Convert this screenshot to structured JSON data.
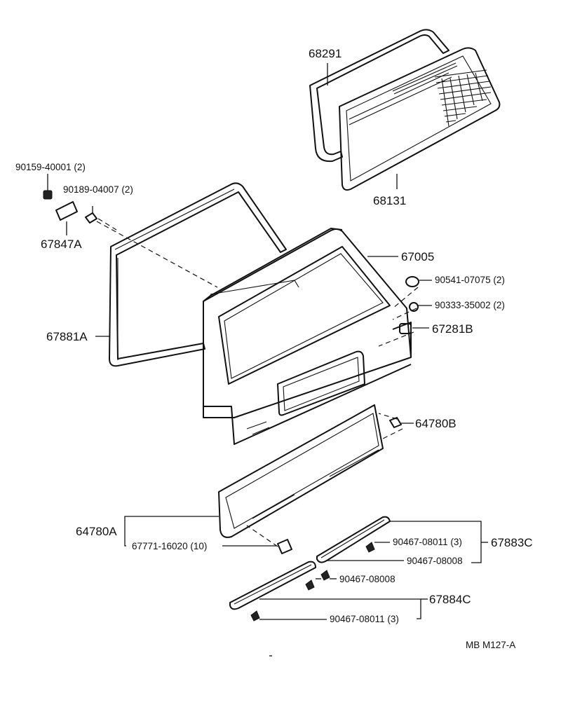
{
  "diagram": {
    "callouts": {
      "p68291": "68291",
      "p68131": "68131",
      "p90159": "90159-40001 (2)",
      "p90189": "90189-04007 (2)",
      "p67847A": "67847A",
      "p67005": "67005",
      "p90541": "90541-07075 (2)",
      "p90333": "90333-35002 (2)",
      "p67281B": "67281B",
      "p67881A": "67881A",
      "p64780B": "64780B",
      "p64780A": "64780A",
      "p67771": "67771-16020 (10)",
      "p90467_08011_upper": "90467-08011 (3)",
      "p67883C": "67883C",
      "p90467_08008_upper": "90467-08008",
      "p90467_08008_lower": "90467-08008",
      "p67884C": "67884C",
      "p90467_08011_lower": "90467-08011 (3)"
    },
    "footer_code": "MB  M127-A"
  }
}
